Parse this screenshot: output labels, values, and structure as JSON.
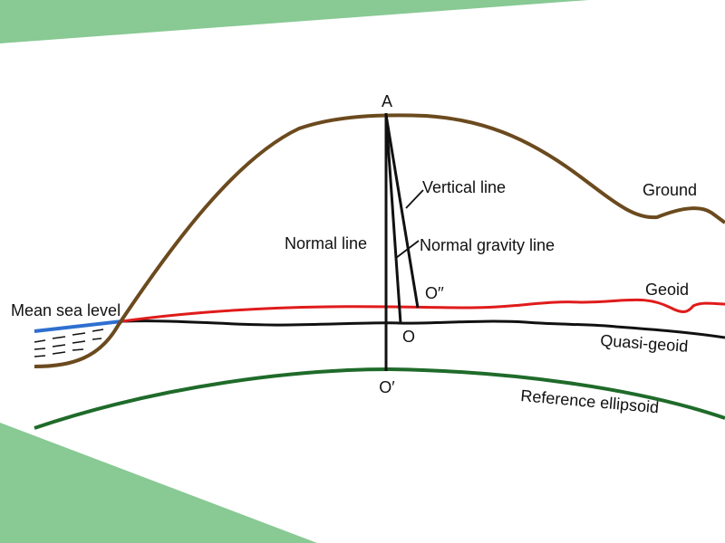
{
  "labels": {
    "point_a": "A",
    "point_o": "O",
    "point_o_prime": "O′",
    "point_o_double_prime": "O′′",
    "vertical_line": "Vertical line",
    "normal_line": "Normal line",
    "normal_gravity_line": "Normal gravity line",
    "ground": "Ground",
    "geoid": "Geoid",
    "quasi_geoid": "Quasi-geoid",
    "reference_ellipsoid": "Reference ellipsoid",
    "mean_sea_level": "Mean sea level"
  },
  "colors": {
    "ground": "#6b4a1e",
    "geoid": "#e01b1b",
    "quasi_geoid": "#111111",
    "reference_ellipsoid": "#1f6b2a",
    "sea_surface": "#2e6fd0",
    "decor_green": "#88c994",
    "text": "#111111"
  },
  "icons": {
    "vertical_pointer": "arrow-pointer-icon",
    "gravity_pointer": "arrow-pointer-icon",
    "sea_water": "water-hatch-icon"
  }
}
